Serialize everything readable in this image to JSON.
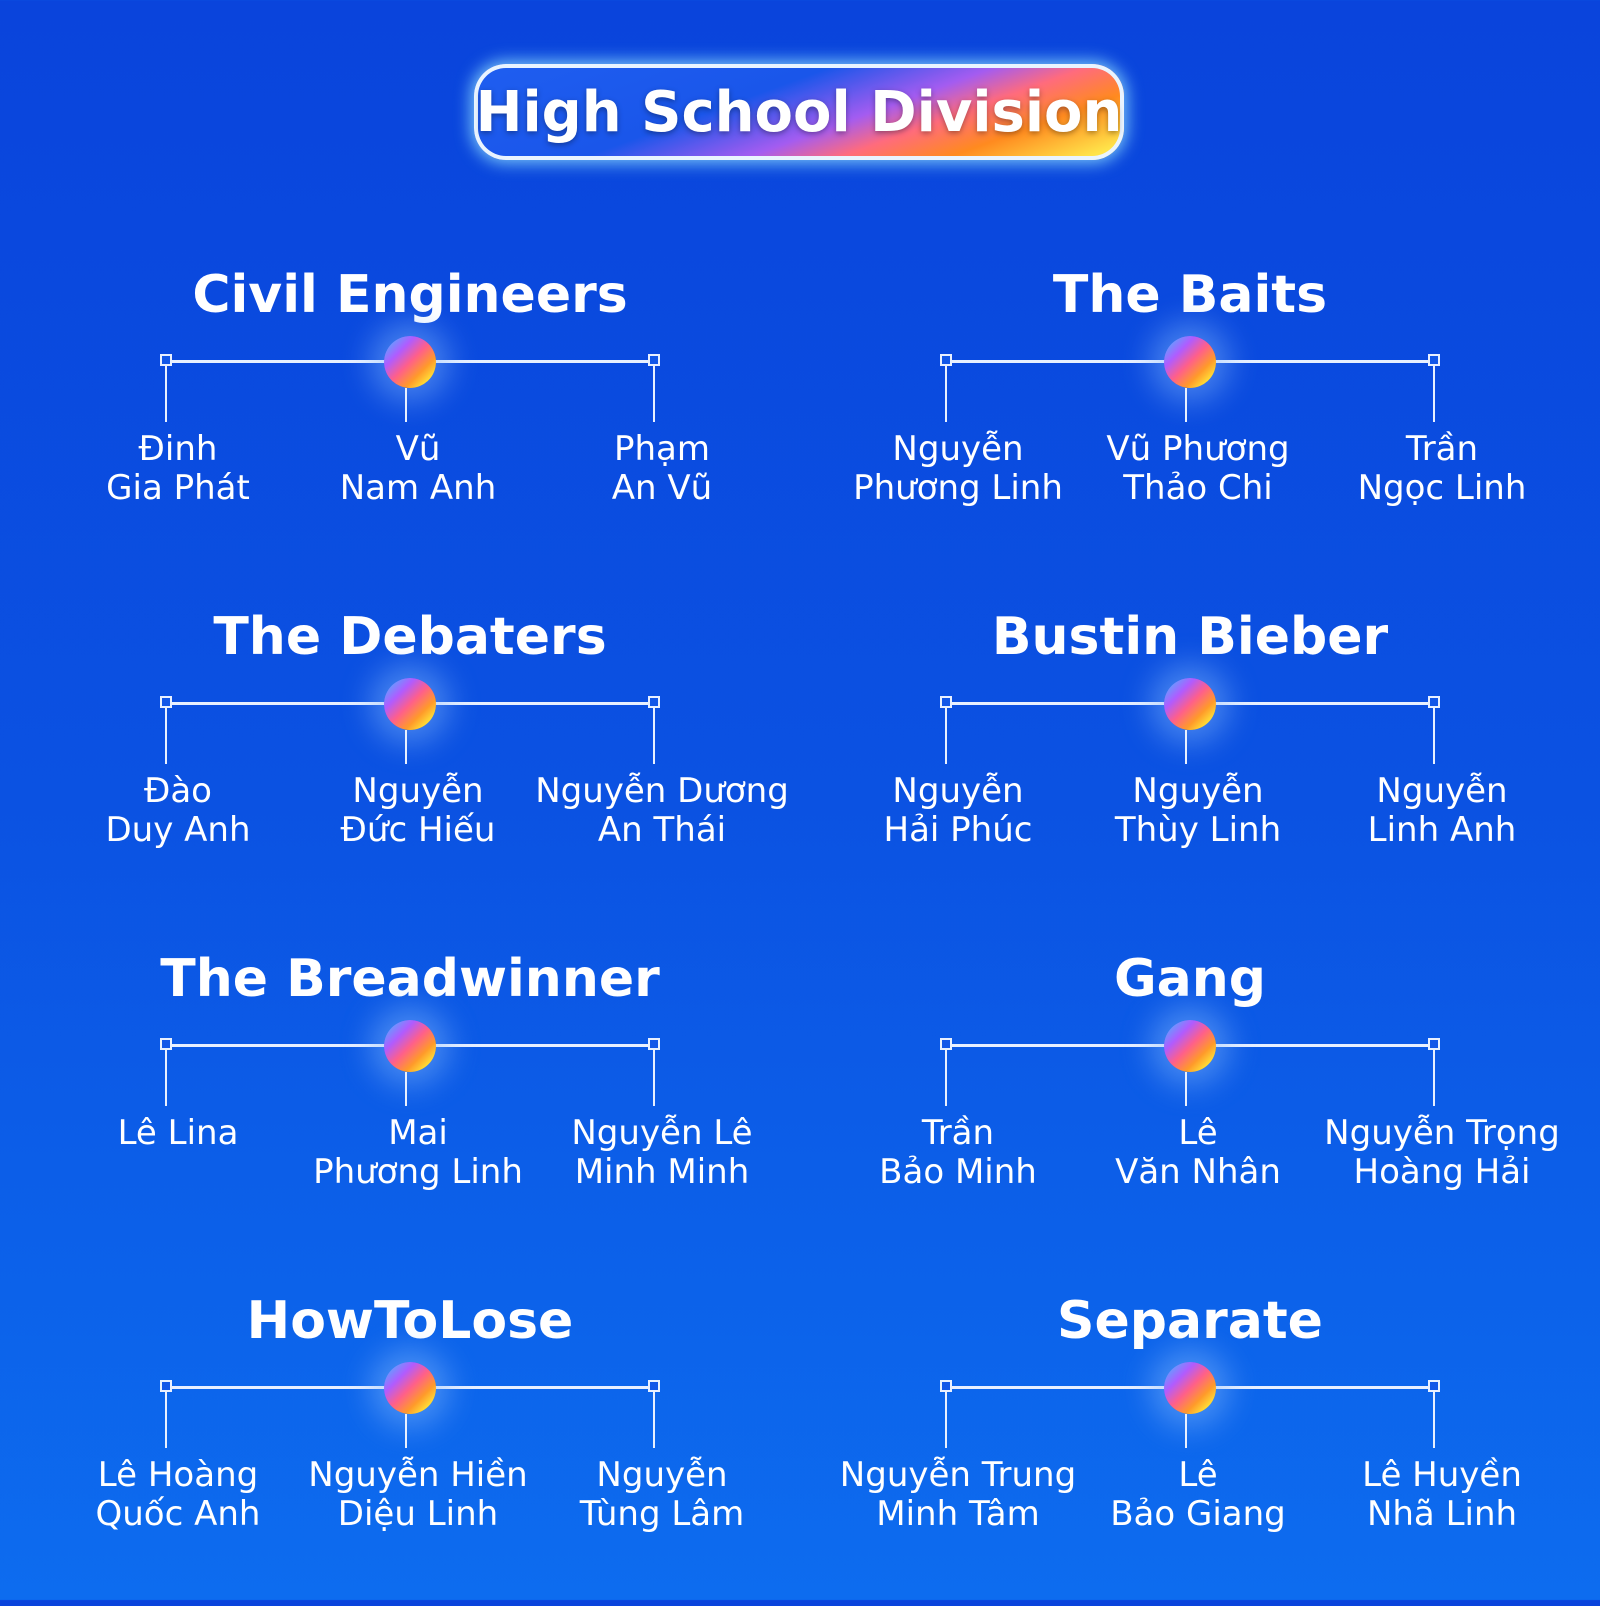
{
  "header": {
    "title": "High School Division"
  },
  "teams": [
    {
      "name": "Civil Engineers",
      "members": [
        [
          "Đinh",
          "Gia Phát"
        ],
        [
          "Vũ",
          "Nam Anh"
        ],
        [
          "Phạm",
          "An Vũ"
        ]
      ]
    },
    {
      "name": "The Baits",
      "members": [
        [
          "Nguyễn",
          "Phương Linh"
        ],
        [
          "Vũ Phương",
          "Thảo Chi"
        ],
        [
          "Trần",
          "Ngọc Linh"
        ]
      ]
    },
    {
      "name": "The Debaters",
      "members": [
        [
          "Đào",
          "Duy Anh"
        ],
        [
          "Nguyễn",
          "Đức Hiếu"
        ],
        [
          "Nguyễn Dương",
          "An Thái"
        ]
      ]
    },
    {
      "name": "Bustin Bieber",
      "members": [
        [
          "Nguyễn",
          "Hải Phúc"
        ],
        [
          "Nguyễn",
          "Thùy Linh"
        ],
        [
          "Nguyễn",
          "Linh Anh"
        ]
      ]
    },
    {
      "name": "The Breadwinner",
      "members": [
        [
          "Lê Lina",
          ""
        ],
        [
          "Mai",
          "Phương Linh"
        ],
        [
          "Nguyễn Lê",
          "Minh Minh"
        ]
      ]
    },
    {
      "name": "Gang",
      "members": [
        [
          "Trần",
          "Bảo Minh"
        ],
        [
          "Lê",
          "Văn Nhân"
        ],
        [
          "Nguyễn Trọng",
          "Hoàng Hải"
        ]
      ]
    },
    {
      "name": "HowToLose",
      "members": [
        [
          "Lê Hoàng",
          "Quốc Anh"
        ],
        [
          "Nguyễn Hiền",
          "Diệu Linh"
        ],
        [
          "Nguyễn",
          "Tùng Lâm"
        ]
      ]
    },
    {
      "name": "Separate",
      "members": [
        [
          "Nguyễn Trung",
          "Minh Tâm"
        ],
        [
          "Lê",
          "Bảo Giang"
        ],
        [
          "Lê Huyền",
          "Nhã Linh"
        ]
      ]
    }
  ]
}
